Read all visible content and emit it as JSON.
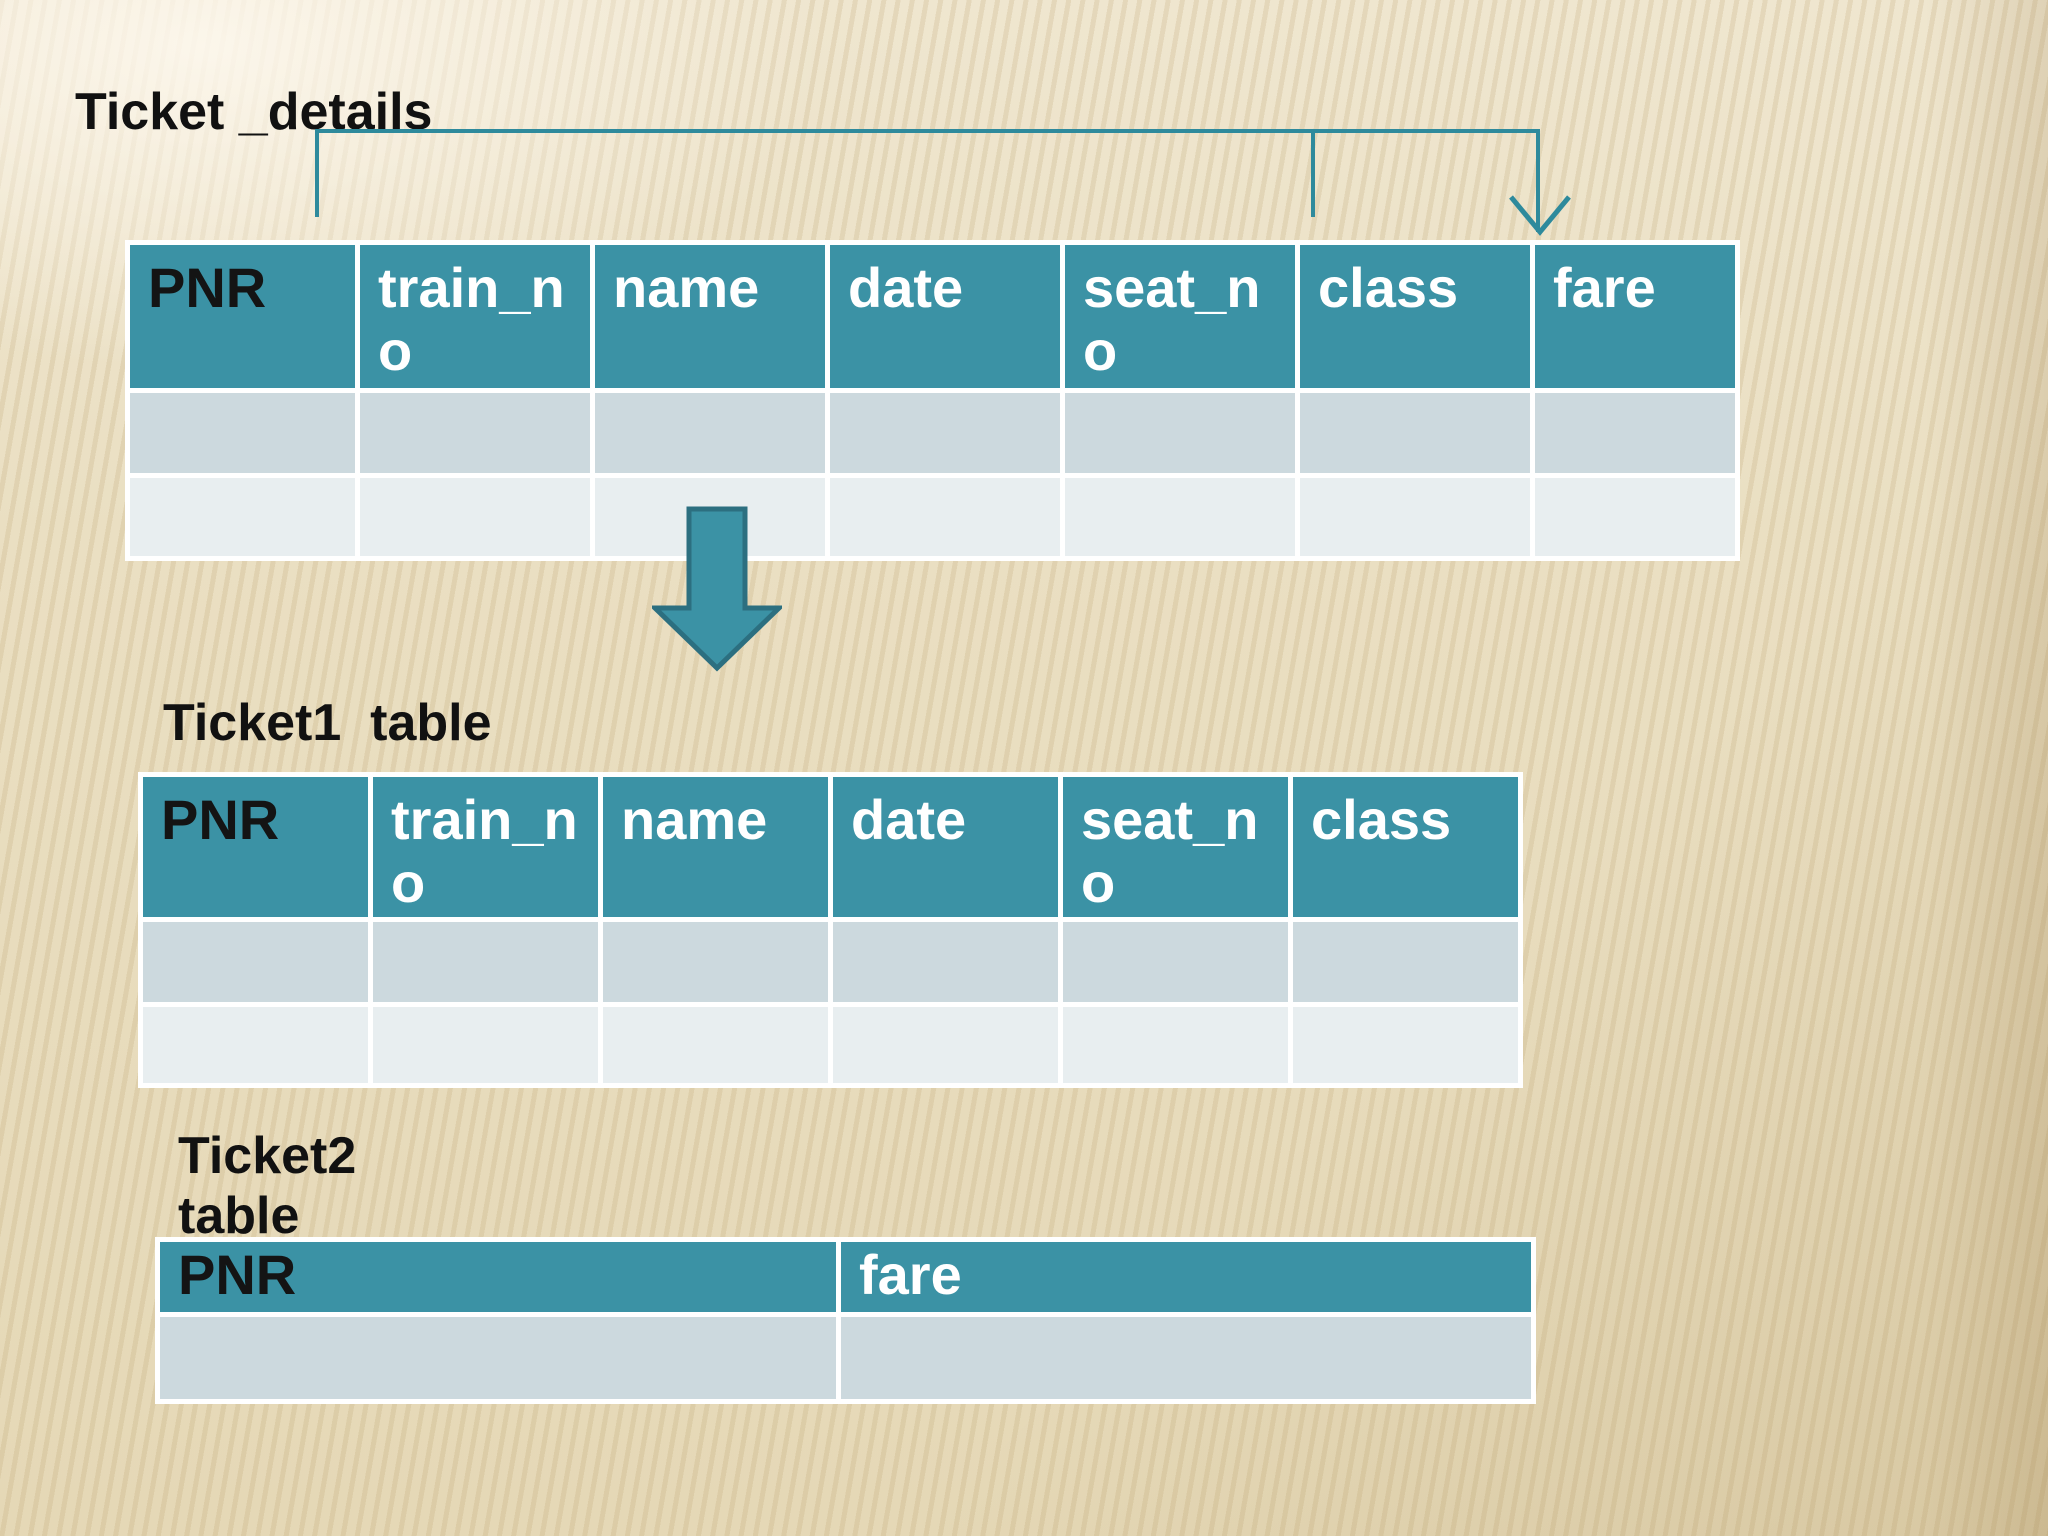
{
  "slide_title": "Ticket _details",
  "ticket_details_table": {
    "columns": [
      "PNR",
      "train_n\no",
      "name",
      "date",
      "seat_n\no",
      "class",
      "fare"
    ],
    "empty_rows": 2
  },
  "ticket1_table": {
    "label": "Ticket1  table",
    "columns": [
      "PNR",
      "train_n\no",
      "name",
      "date",
      "seat_n\no",
      "class"
    ],
    "empty_rows": 2
  },
  "ticket2_table": {
    "label": "Ticket2\ntable",
    "columns": [
      "PNR",
      "fare"
    ],
    "empty_rows": 1
  },
  "icons": {
    "down_arrow": "block-down-arrow",
    "connector_arrowhead": "open-v-arrowhead"
  },
  "colors": {
    "header_teal": "#3b92a5",
    "connector_teal": "#2e8a9c",
    "arrow_border": "#2c6f80",
    "row_light": "#ccd9de",
    "row_lighter": "#e8eef0",
    "background_tan": "#ebdfc3"
  }
}
